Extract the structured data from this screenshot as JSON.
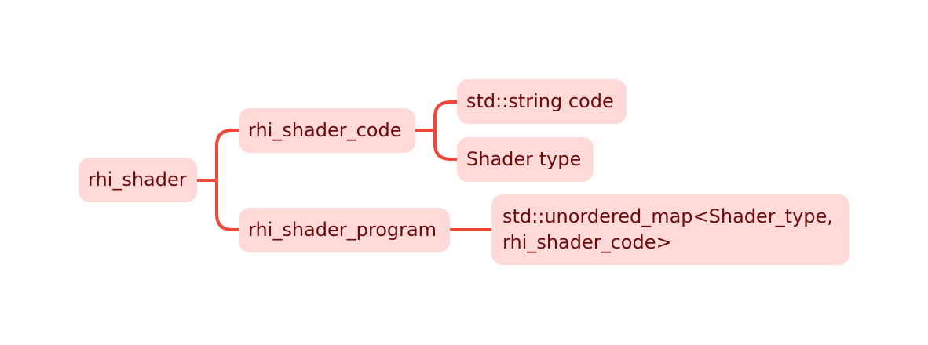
{
  "nodes": {
    "root": "rhi_shader",
    "shader_code": "rhi_shader_code",
    "shader_program": "rhi_shader_program",
    "string_code": "std::string code",
    "shader_type": "Shader type",
    "unordered_map_line1": "std::unordered_map<Shader_type,",
    "unordered_map_line2": "rhi_shader_code>"
  },
  "colors": {
    "node_fill": "#ffdad8",
    "node_text": "#6b0b0b",
    "connector": "#f0473b"
  }
}
